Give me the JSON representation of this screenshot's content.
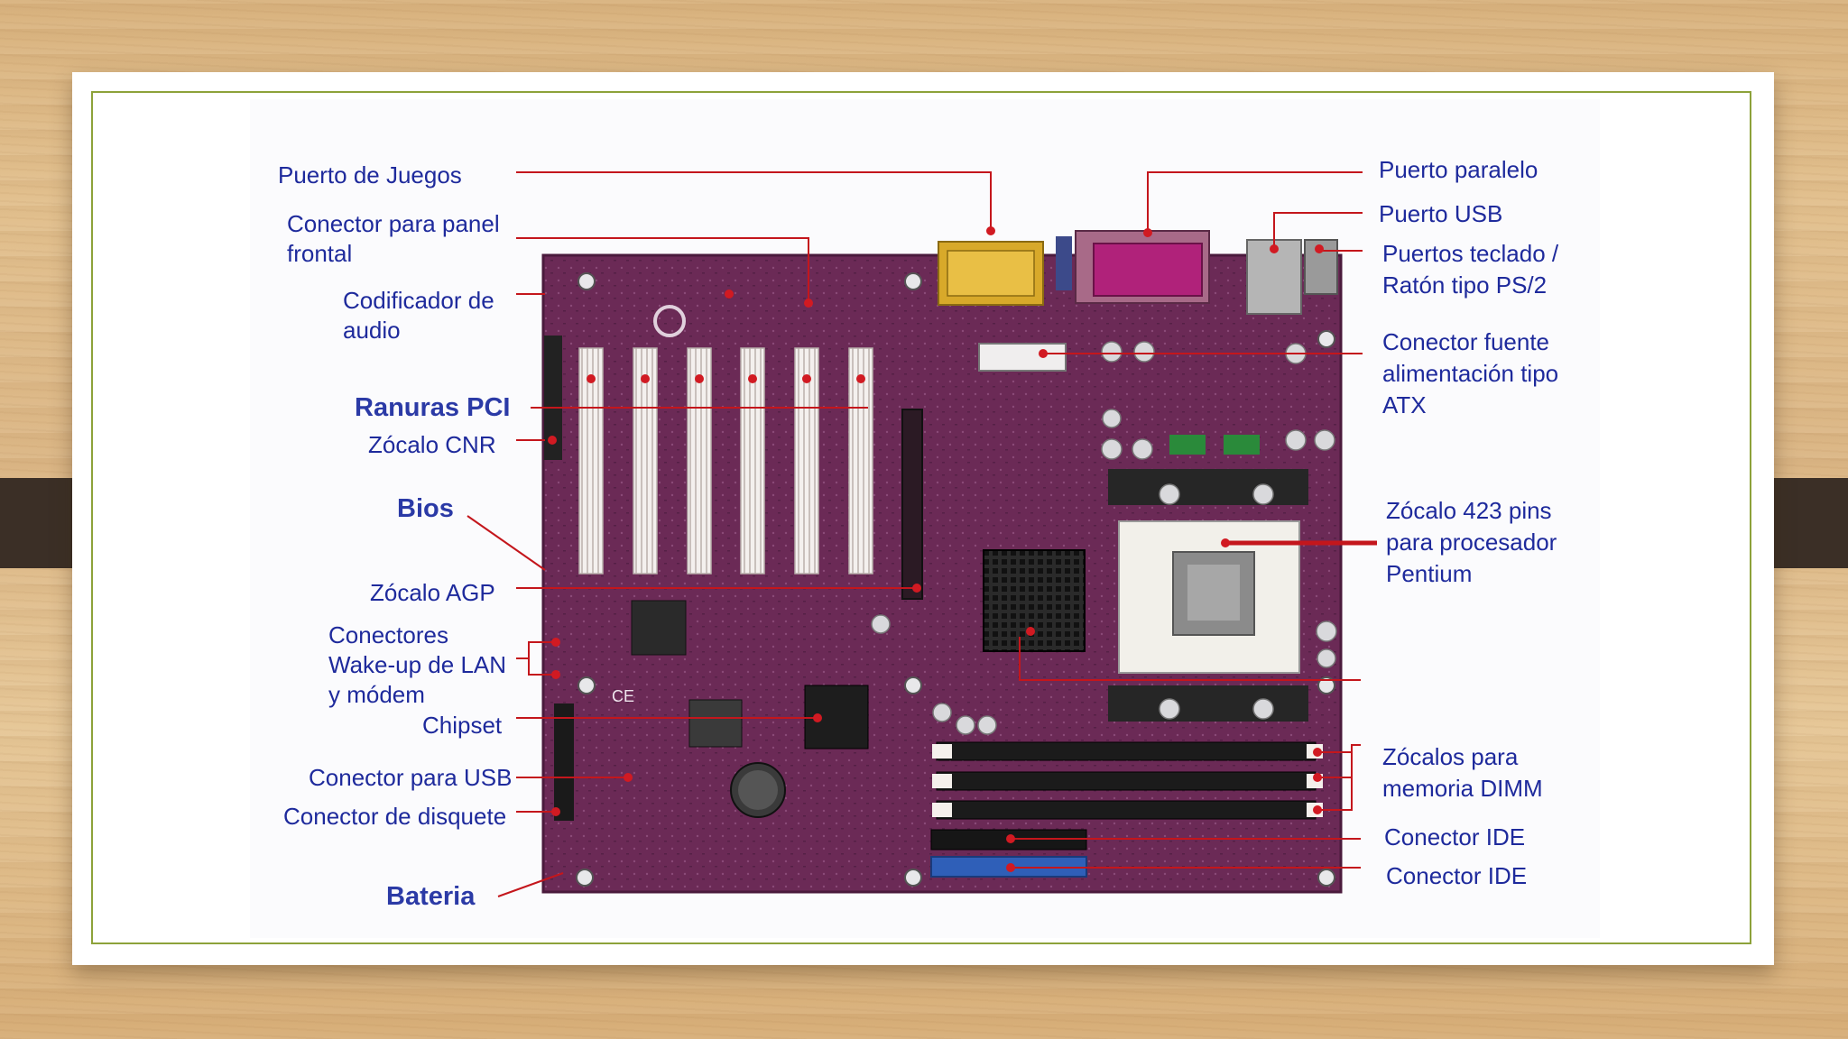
{
  "labels": {
    "puerto_juegos": "Puerto de Juegos",
    "panel_frontal_1": "Conector para panel",
    "panel_frontal_2": "frontal",
    "codificador_1": "Codificador de",
    "codificador_2": "audio",
    "ranuras_pci": "Ranuras PCI",
    "zocalo_cnr": "Zócalo CNR",
    "bios": "Bios",
    "zocalo_agp": "Zócalo AGP",
    "wakeup_1": "Conectores",
    "wakeup_2": "Wake-up de LAN",
    "wakeup_3": "y módem",
    "chipset": "Chipset",
    "conector_usb": "Conector para USB",
    "disquete": "Conector de disquete",
    "bateria": "Bateria",
    "puerto_paralelo": "Puerto paralelo",
    "puerto_usb": "Puerto USB",
    "ps2_1": "Puertos teclado /",
    "ps2_2": "Ratón tipo PS/2",
    "atx_1": "Conector fuente",
    "atx_2": "alimentación tipo",
    "atx_3": "ATX",
    "cpu_1": "Zócalo 423 pins",
    "cpu_2": "para procesador",
    "cpu_3": "Pentium",
    "dimm_1": "Zócalos para",
    "dimm_2": "memoria DIMM",
    "ide_1": "Conector IDE",
    "ide_2": "Conector IDE",
    "board_logo": "CE"
  },
  "colors": {
    "board": "#6b2a56",
    "label_text": "#1e2a9c",
    "leader_line": "#c4161c",
    "frame_border": "#8da23a",
    "connector_gold": "#d8a92a",
    "connector_magenta": "#b0227a"
  }
}
